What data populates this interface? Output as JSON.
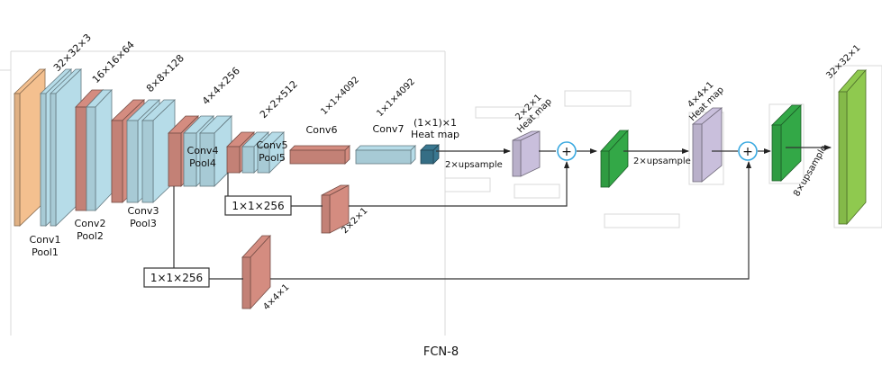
{
  "caption": "FCN-8",
  "colors": {
    "input": "#f4c08f",
    "conv": "#b6dce8",
    "pool": "#d48c80",
    "heatmap_small": "#3a7891",
    "heatmap_lavender": "#c9bfdc",
    "fused_green": "#33a847",
    "output_green": "#8fc94f",
    "sum_circle": "#3aa9e0",
    "line": "#222222"
  },
  "encoder": {
    "dims": {
      "conv1": "32×32×3",
      "conv2": "16×16×64",
      "conv3": "8×8×128",
      "conv4": "4×4×256",
      "conv5": "2×2×512",
      "conv6": "1×1×4092",
      "conv7": "1×1×4092",
      "heatmap": "(1×1)×1"
    },
    "labels": {
      "conv1": "Conv1",
      "pool1": "Pool1",
      "conv2": "Conv2",
      "pool2": "Pool2",
      "conv3": "Conv3",
      "pool3": "Pool3",
      "conv4": "Conv4",
      "pool4": "Pool4",
      "conv5": "Conv5",
      "pool5": "Pool5",
      "conv6": "Conv6",
      "conv7": "Conv7",
      "heatmap": "Heat map"
    }
  },
  "skip": {
    "pool4_box": "1×1×256",
    "pool4_out": "2×2×1",
    "pool3_box": "1×1×256",
    "pool3_out": "4×4×1"
  },
  "decoder": {
    "up1": "2×upsample",
    "heat2_dim": "2×2×1",
    "heat2_label": "Heat map",
    "up2": "2×upsample",
    "heat4_dim": "4×4×1",
    "heat4_label": "Heat map",
    "up8": "8×upsample",
    "output_dim": "32×32×1",
    "sum_symbol": "+"
  }
}
